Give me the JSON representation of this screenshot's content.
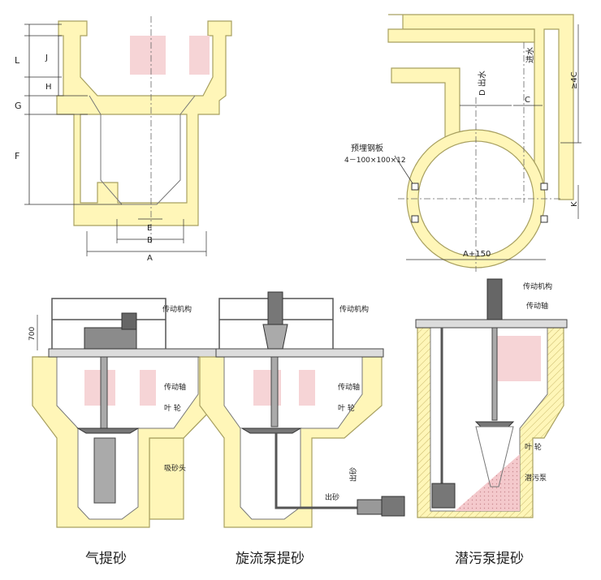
{
  "colors": {
    "concrete_fill": "#fff6b8",
    "concrete_edge": "#a8a060",
    "pink_panel": "#f6d4d6",
    "sludge": "#f4c9cc",
    "steel": "#555555",
    "dim_line": "#333333"
  },
  "section_diagram": {
    "dims": {
      "L": "L",
      "J": "J",
      "H": "H",
      "G": "G",
      "F": "F",
      "E": "E",
      "B": "B",
      "A": "A"
    }
  },
  "plan_diagram": {
    "outlet_label": "D 出水",
    "inlet_label": "进水",
    "c_label": "C",
    "ge4c_label": "≥4C",
    "k_label": "K",
    "a150_label": "A+150",
    "plate_label": "预埋钢板",
    "plate_spec": "4－100×100×12"
  },
  "panels": [
    {
      "caption": "气提砂",
      "dim_700": "700",
      "drive_label": "传动机构",
      "shaft_label": "传动轴",
      "impeller_label": "叶 轮",
      "suction_label": "吸砂头"
    },
    {
      "caption": "旋流泵提砂",
      "drive_label": "传动机构",
      "shaft_label": "传动轴",
      "impeller_label": "叶 轮",
      "sand_out_label": "出砂",
      "sand_out_vertical": "出砂"
    },
    {
      "caption": "潜污泵提砂",
      "drive_label": "传动机构",
      "shaft_label": "传动轴",
      "impeller_label": "叶 轮",
      "pump_label": "潜污泵"
    }
  ]
}
